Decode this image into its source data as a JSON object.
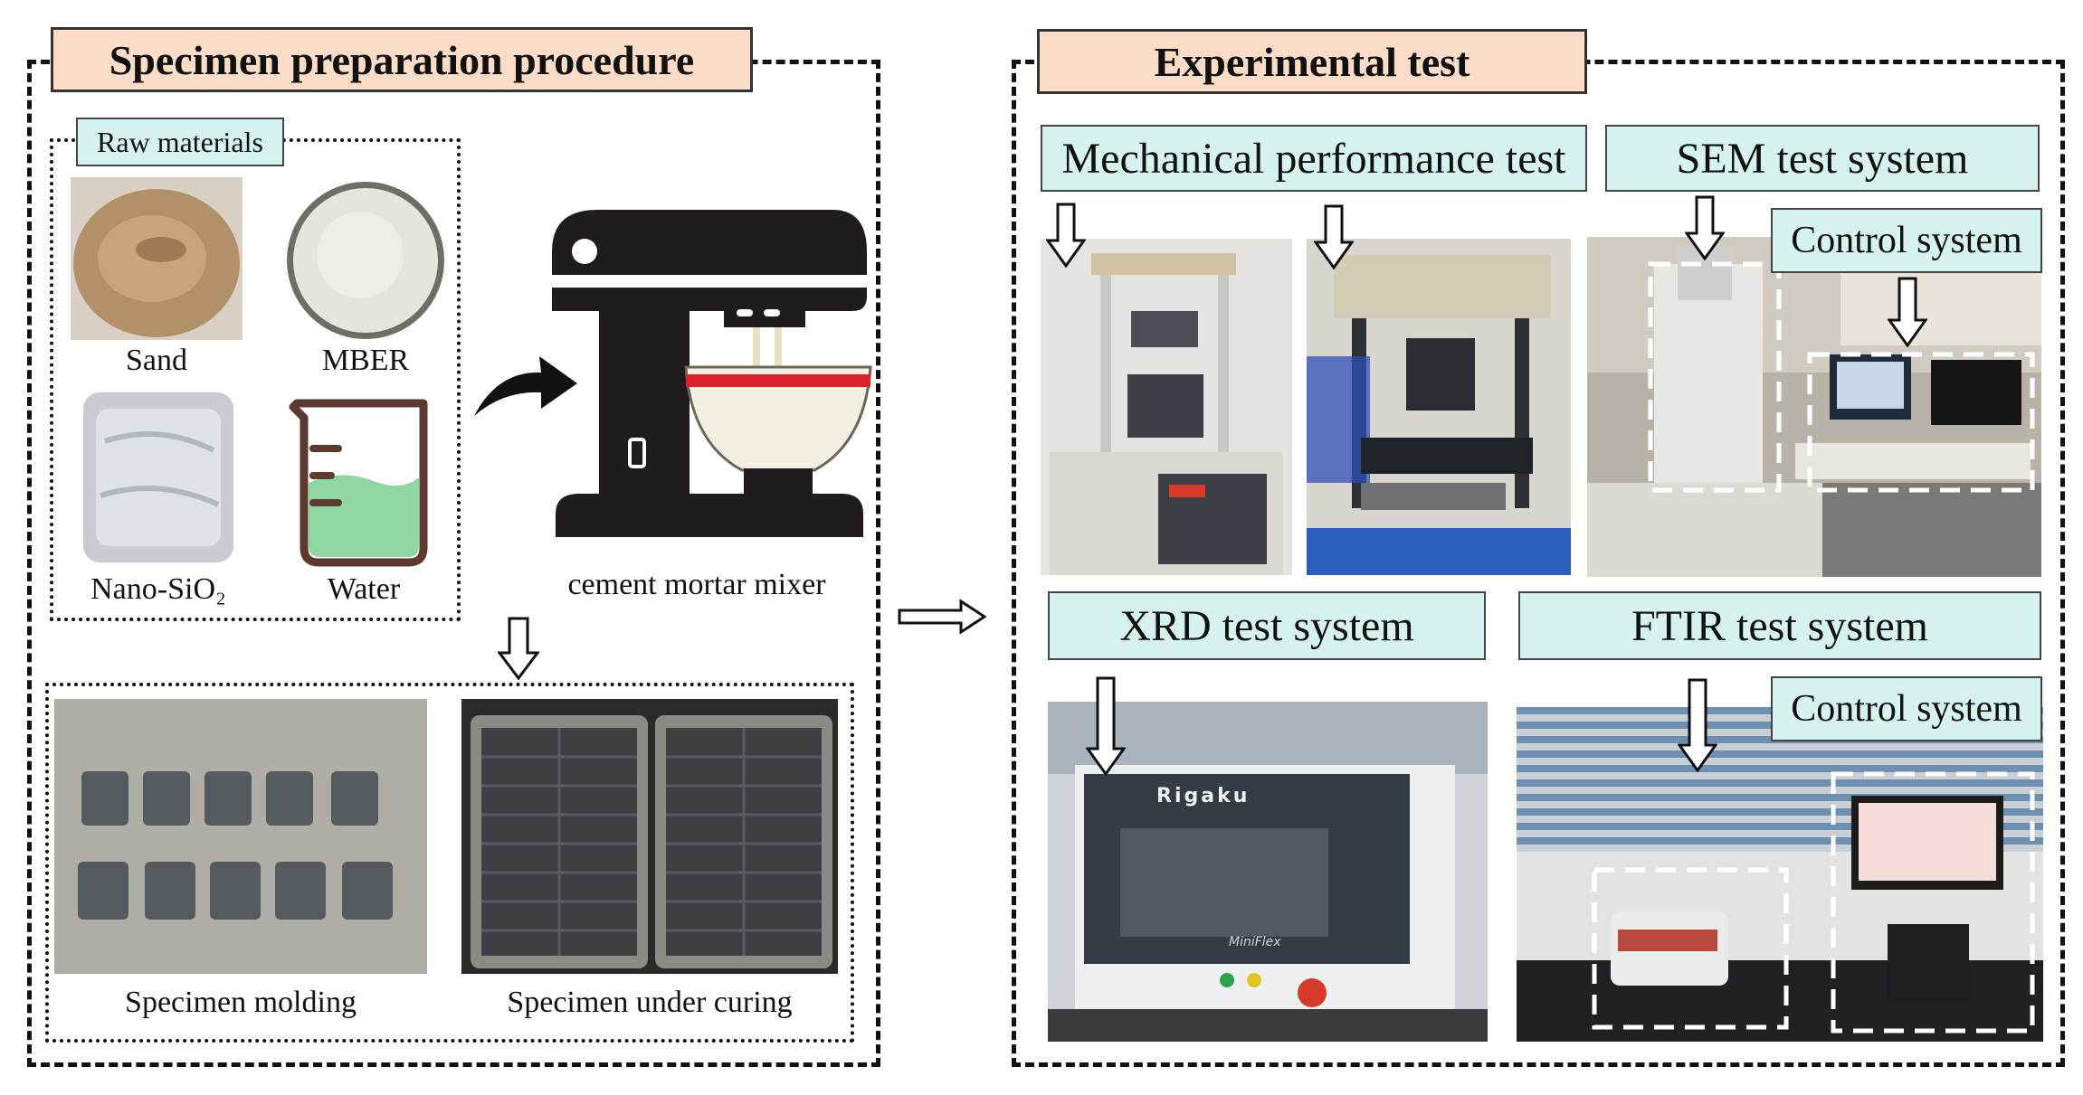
{
  "left_panel": {
    "title": "Specimen preparation procedure",
    "raw_materials": {
      "label": "Raw materials",
      "items": [
        {
          "caption": "Sand"
        },
        {
          "caption": "MBER"
        },
        {
          "caption": "Nano-SiO₂"
        },
        {
          "caption": "Water"
        }
      ]
    },
    "mixer_caption": "cement mortar mixer",
    "molding_caption": "Specimen molding",
    "curing_caption": "Specimen under curing"
  },
  "right_panel": {
    "title": "Experimental test",
    "mechanical_label": "Mechanical performance test",
    "sem_label": "SEM test system",
    "sem_control_label": "Control system",
    "xrd_label": "XRD test system",
    "ftir_label": "FTIR test system",
    "ftir_control_label": "Control system"
  },
  "photo_text": {
    "xrd_brand": "Rigaku",
    "xrd_model": "MiniFlex"
  },
  "colors": {
    "title_fill": "#fbdcc6",
    "label_fill": "#d6f3ef",
    "mixer_body": "#1f1b1e",
    "mixer_stripe": "#d9242b",
    "water": "#8fd6a2"
  }
}
